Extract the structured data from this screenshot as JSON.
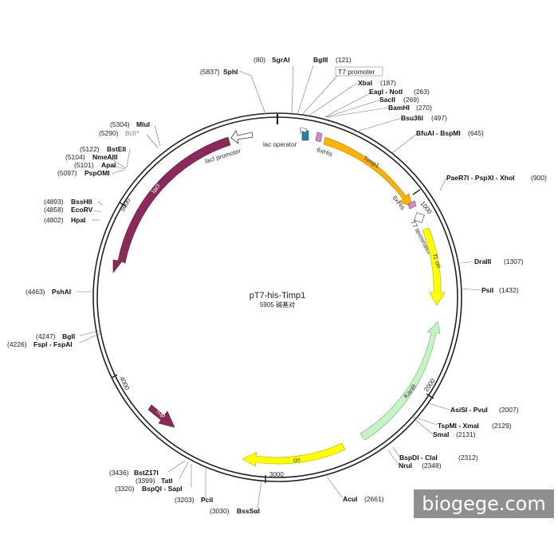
{
  "plasmid": {
    "name": "pT7-his-Timp1",
    "size_text": "5905 碱基对"
  },
  "watermark": "biogege.com",
  "ticks": [
    {
      "pos": 1000,
      "label": "1000"
    },
    {
      "pos": 2000,
      "label": "2000"
    },
    {
      "pos": 3000,
      "label": "3000"
    },
    {
      "pos": 4000,
      "label": "4000"
    },
    {
      "pos": 5000,
      "label": "5000"
    }
  ],
  "features": [
    {
      "name": "T7 promoter",
      "kind": "box-label",
      "color": "#ffffff"
    },
    {
      "name": "lac operator",
      "kind": "small",
      "color": "#2a7f9e"
    },
    {
      "name": "6xHis",
      "kind": "small",
      "color": "#d888c8"
    },
    {
      "name": "Timp1",
      "kind": "arrow",
      "color": "#ffb300"
    },
    {
      "name": "6xHis",
      "kind": "small",
      "color": "#d888c8"
    },
    {
      "name": "T7 terminator",
      "kind": "small",
      "color": "#ffffff"
    },
    {
      "name": "f1 ori",
      "kind": "arrow",
      "color": "#ffff00"
    },
    {
      "name": "KanR",
      "kind": "arrow",
      "color": "#c5f5c5"
    },
    {
      "name": "ori",
      "kind": "arrow",
      "color": "#ffff00"
    },
    {
      "name": "rop",
      "kind": "arrow",
      "color": "#8b2a5a"
    },
    {
      "name": "lacI",
      "kind": "arrow",
      "color": "#8b2a5a"
    },
    {
      "name": "lacI promoter",
      "kind": "arrow",
      "color": "#ffffff"
    }
  ],
  "sites": [
    {
      "pos": "(80)",
      "name": "SgrAI"
    },
    {
      "pos": "(121)",
      "name": "BglII"
    },
    {
      "pos": "(187)",
      "name": "XbaI"
    },
    {
      "pos": "(263)",
      "name": "EagI - NotI"
    },
    {
      "pos": "(269)",
      "name": "SacII"
    },
    {
      "pos": "(270)",
      "name": "BamHI"
    },
    {
      "pos": "(497)",
      "name": "Bsu36I"
    },
    {
      "pos": "(645)",
      "name": "BfuAI - BspMI"
    },
    {
      "pos": "(900)",
      "name": "PaeR7I - PspXI - XhoI"
    },
    {
      "pos": "(1307)",
      "name": "DraIII"
    },
    {
      "pos": "(1432)",
      "name": "PsiI"
    },
    {
      "pos": "(2007)",
      "name": "AsiSI - PvuI"
    },
    {
      "pos": "(2129)",
      "name": "TspMI - XmaI"
    },
    {
      "pos": "(2131)",
      "name": "SmaI"
    },
    {
      "pos": "(2312)",
      "name": "BspDI - ClaI"
    },
    {
      "pos": "(2348)",
      "name": "NruI"
    },
    {
      "pos": "(2661)",
      "name": "AcuI"
    },
    {
      "pos": "(3030)",
      "name": "BssSαI"
    },
    {
      "pos": "(3203)",
      "name": "PciI"
    },
    {
      "pos": "(3320)",
      "name": "BspQI - SapI"
    },
    {
      "pos": "(3399)",
      "name": "TatI"
    },
    {
      "pos": "(3436)",
      "name": "BstZ17I"
    },
    {
      "pos": "(4226)",
      "name": "FspI - FspAI"
    },
    {
      "pos": "(4247)",
      "name": "BglI"
    },
    {
      "pos": "(4463)",
      "name": "PshAI"
    },
    {
      "pos": "(4802)",
      "name": "HpaI"
    },
    {
      "pos": "(4858)",
      "name": "EcoRV"
    },
    {
      "pos": "(4893)",
      "name": "BssHII"
    },
    {
      "pos": "(5097)",
      "name": "PspOMI"
    },
    {
      "pos": "(5101)",
      "name": "ApaI"
    },
    {
      "pos": "(5104)",
      "name": "NmeAIII"
    },
    {
      "pos": "(5122)",
      "name": "BstEII"
    },
    {
      "pos": "(5290)",
      "name": "BclI*"
    },
    {
      "pos": "(5304)",
      "name": "MluI"
    },
    {
      "pos": "(5837)",
      "name": "SphI"
    }
  ]
}
